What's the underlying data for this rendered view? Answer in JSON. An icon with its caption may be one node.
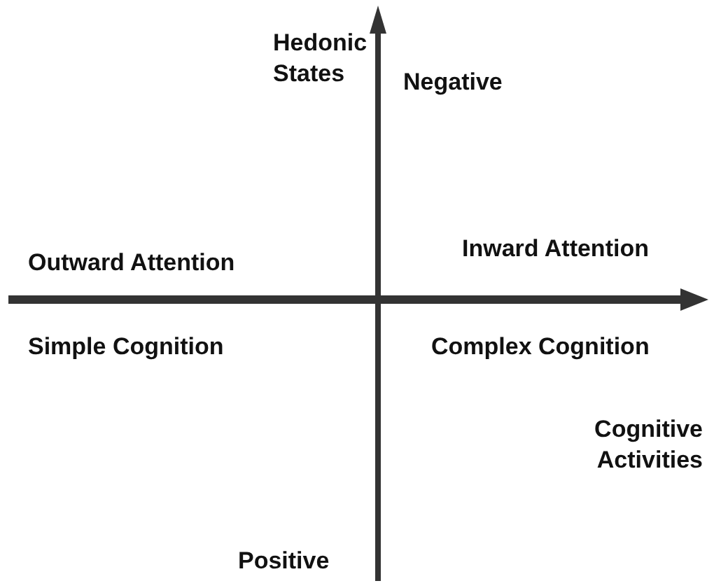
{
  "diagram": {
    "labels": [
      "Hedonic States",
      "Negative",
      "Outward Attention",
      "Inward Attention",
      "Simple Cognition",
      "Complex Cognition",
      "Cognitive Activities",
      "Positive"
    ]
  }
}
